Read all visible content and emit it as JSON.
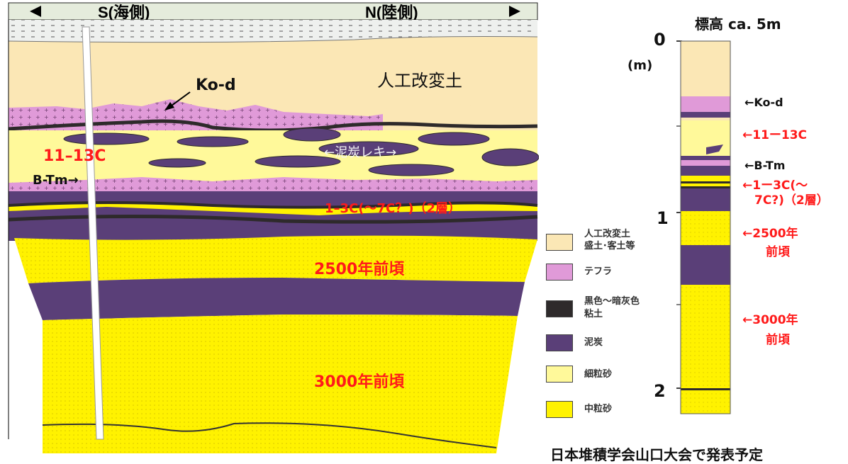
{
  "cross_section": {
    "header_left": "S(海側)",
    "header_right": "N(陸側)",
    "labels": {
      "artificial_soil": "人工改変土",
      "ko_d": "Ko-d",
      "peat_clasts": "←泥炭レキ→",
      "c11_13": "11–13C",
      "b_tm": "B-Tm→",
      "c1_3": "1–3C(〜7C？)（2層）",
      "y2500": "2500年前頃",
      "y3000": "3000年前頃"
    }
  },
  "legend": {
    "items": [
      {
        "line1": "人工改変土",
        "line2": "盛土･客土等",
        "color": "#fbe7b5"
      },
      {
        "line1": "テフラ",
        "line2": "",
        "color": "#e09ad8"
      },
      {
        "line1": "黒色〜暗灰色",
        "line2": "粘土",
        "color": "#2e2a2b"
      },
      {
        "line1": "泥炭",
        "line2": "",
        "color": "#5a3f78"
      },
      {
        "line1": "細粒砂",
        "line2": "",
        "color": "#fff99a"
      },
      {
        "line1": "中粒砂",
        "line2": "",
        "color": "#fff200"
      }
    ]
  },
  "column": {
    "title": "標高  ca. 5m",
    "depth_ticks": [
      "0",
      "1",
      "2"
    ],
    "depth_unit": "(m)",
    "labels": {
      "ko_d": "←Ko-d",
      "c11_13": "←11ー13C",
      "b_tm": "←B-Tm",
      "c1_3_line1": "←1ー3C(〜",
      "c1_3_line2": "7C?)（2層）",
      "y2500_line1": "←2500年",
      "y2500_line2": "前頃",
      "y3000_line1": "←3000年",
      "y3000_line2": "前頃"
    }
  },
  "footer_note": "日本堆積学会山口大会で発表予定",
  "colors": {
    "artificial": "#fbe7b5",
    "tephra": "#e09ad8",
    "clay": "#2e2a2b",
    "peat": "#5a3f78",
    "fine_sand": "#fff99a",
    "medium_sand": "#fff200",
    "label_red": "#ff1a1a"
  }
}
